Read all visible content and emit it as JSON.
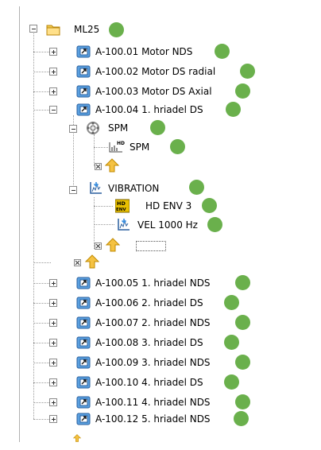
{
  "tree": {
    "root": {
      "label": "ML25",
      "status_color": "#6ab04c"
    },
    "points_top": [
      {
        "label": "A-100.01 Motor NDS"
      },
      {
        "label": "A-100.02 Motor DS radial"
      },
      {
        "label": "A-100.03 Motor DS Axial"
      },
      {
        "label": "A-100.04  1. hriadel DS"
      }
    ],
    "spm": {
      "label": "SPM",
      "child": {
        "label": "SPM",
        "icon": "hd-spectrum-icon"
      }
    },
    "vibration": {
      "label": "VIBRATION",
      "children": [
        {
          "label": "HD ENV 3",
          "icon": "hd-env-icon"
        },
        {
          "label": "VEL 1000 Hz",
          "icon": "measurement-icon"
        }
      ]
    },
    "points_bottom": [
      {
        "label": "A-100.05  1. hriadel NDS"
      },
      {
        "label": "A-100.06  2. hriadel DS"
      },
      {
        "label": "A-100.07  2. hriadel NDS"
      },
      {
        "label": "A-100.08  3. hriadel DS"
      },
      {
        "label": "A-100.09  3. hriadel NDS"
      },
      {
        "label": "A-100.10  4. hriadel DS"
      },
      {
        "label": "A-100.11  4. hriadel NDS"
      },
      {
        "label": "A-100.12  5. hriadel NDS"
      }
    ],
    "colors": {
      "status_ok": "#6ab04c",
      "folder": "#f2c94c",
      "link_icon": "#4a90d9"
    }
  }
}
